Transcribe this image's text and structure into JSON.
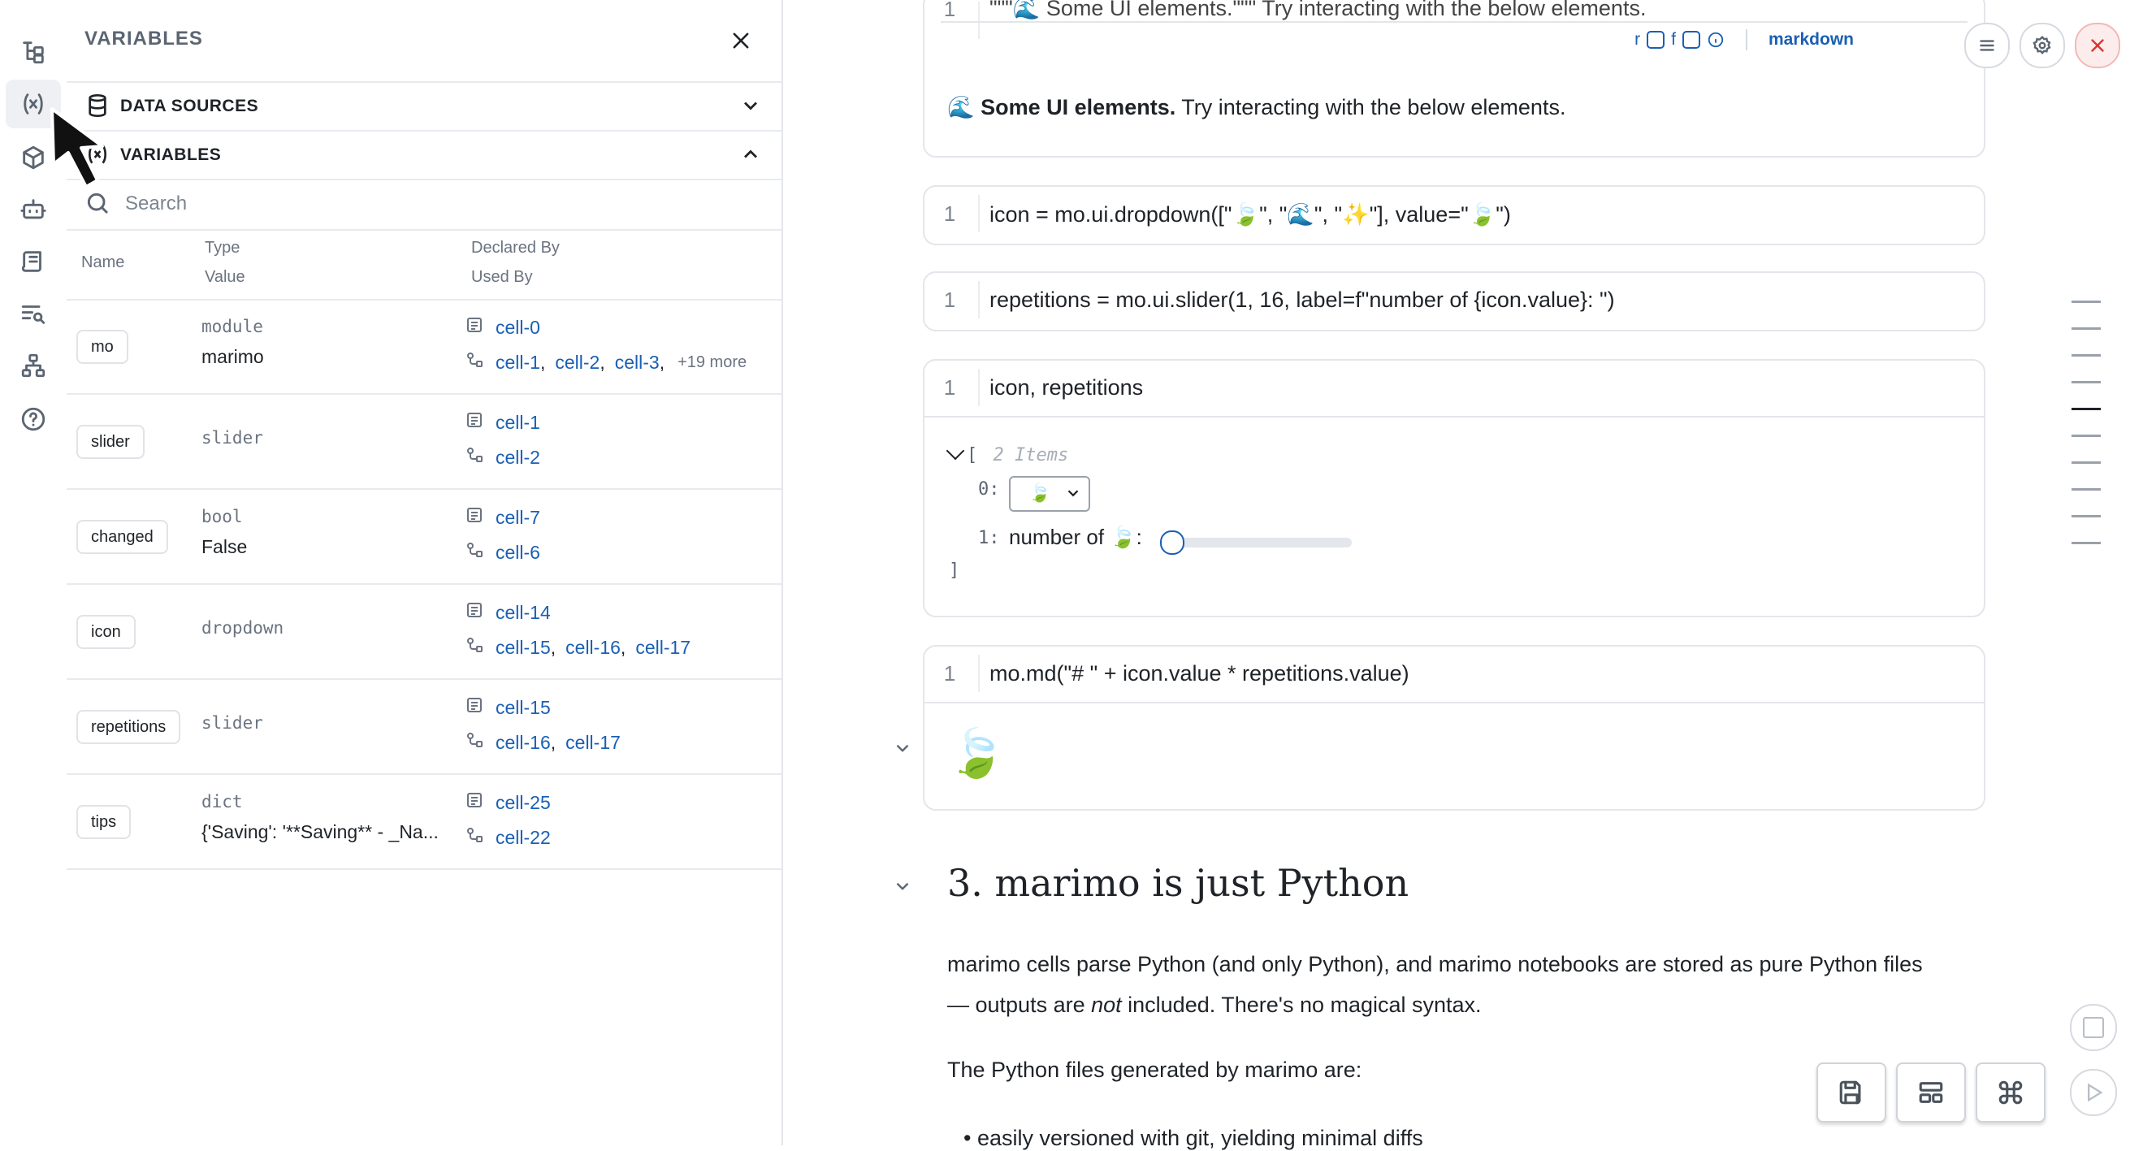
{
  "rail": {
    "icons": [
      "file-tree-icon",
      "variables-icon",
      "package-icon",
      "robot-icon",
      "logs-icon",
      "search-list-icon",
      "dependency-graph-icon",
      "help-icon"
    ]
  },
  "panel": {
    "title": "VARIABLES",
    "sections": {
      "data_sources": "DATA SOURCES",
      "variables": "VARIABLES"
    },
    "search_placeholder": "Search",
    "headers": {
      "name": "Name",
      "type": "Type",
      "value": "Value",
      "declared_by": "Declared By",
      "used_by": "Used By"
    },
    "rows": [
      {
        "name": "mo",
        "type": "module",
        "value": "marimo",
        "declared": [
          "cell-0"
        ],
        "used": [
          "cell-1",
          "cell-2",
          "cell-3"
        ],
        "more": "+19 more"
      },
      {
        "name": "slider",
        "type": "slider",
        "value": "",
        "declared": [
          "cell-1"
        ],
        "used": [
          "cell-2"
        ],
        "more": ""
      },
      {
        "name": "changed",
        "type": "bool",
        "value": "False",
        "declared": [
          "cell-7"
        ],
        "used": [
          "cell-6"
        ],
        "more": ""
      },
      {
        "name": "icon",
        "type": "dropdown",
        "value": "",
        "declared": [
          "cell-14"
        ],
        "used": [
          "cell-15",
          "cell-16",
          "cell-17"
        ],
        "more": ""
      },
      {
        "name": "repetitions",
        "type": "slider",
        "value": "",
        "declared": [
          "cell-15"
        ],
        "used": [
          "cell-16",
          "cell-17"
        ],
        "more": ""
      },
      {
        "name": "tips",
        "type": "dict",
        "value": "{'Saving': '**Saving** - _Na...",
        "declared": [
          "cell-25"
        ],
        "used": [
          "cell-22"
        ],
        "more": ""
      }
    ]
  },
  "notebook": {
    "top_cell": {
      "partial_code": "\"\"\"🌊 Some UI elements.\"\"\" Try interacting with the below elements.",
      "toolbar_letters": [
        "r",
        "f"
      ],
      "language": "markdown",
      "rendered_bold": "🌊 Some UI elements.",
      "rendered_text": " Try interacting with the below elements."
    },
    "cells": [
      {
        "line": "1",
        "code": "icon = mo.ui.dropdown([\"🍃\", \"🌊\", \"✨\"], value=\"🍃\")"
      },
      {
        "line": "1",
        "code": "repetitions = mo.ui.slider(1, 16, label=f\"number of {icon.value}: \")"
      },
      {
        "line": "1",
        "code": "icon, repetitions"
      },
      {
        "line": "1",
        "code": "mo.md(\"# \" + icon.value * repetitions.value)"
      }
    ],
    "tuple_output": {
      "open": "[",
      "count": "2 Items",
      "idx0": "0:",
      "dropdown_value": "🍃",
      "idx1": "1:",
      "slider_label": "number of 🍃:",
      "slider_level": 0,
      "close": "]"
    },
    "md_output": "🍃",
    "heading": "3. marimo is just Python",
    "para1_a": "marimo cells parse Python (and only Python), and marimo notebooks are stored as pure Python files",
    "para1_b_1": "— outputs are ",
    "para1_b_em": "not",
    "para1_b_2": " included. There's no magical syntax.",
    "para2": "The Python files generated by marimo are:",
    "bullet1": "easily versioned with git, yielding minimal diffs"
  }
}
